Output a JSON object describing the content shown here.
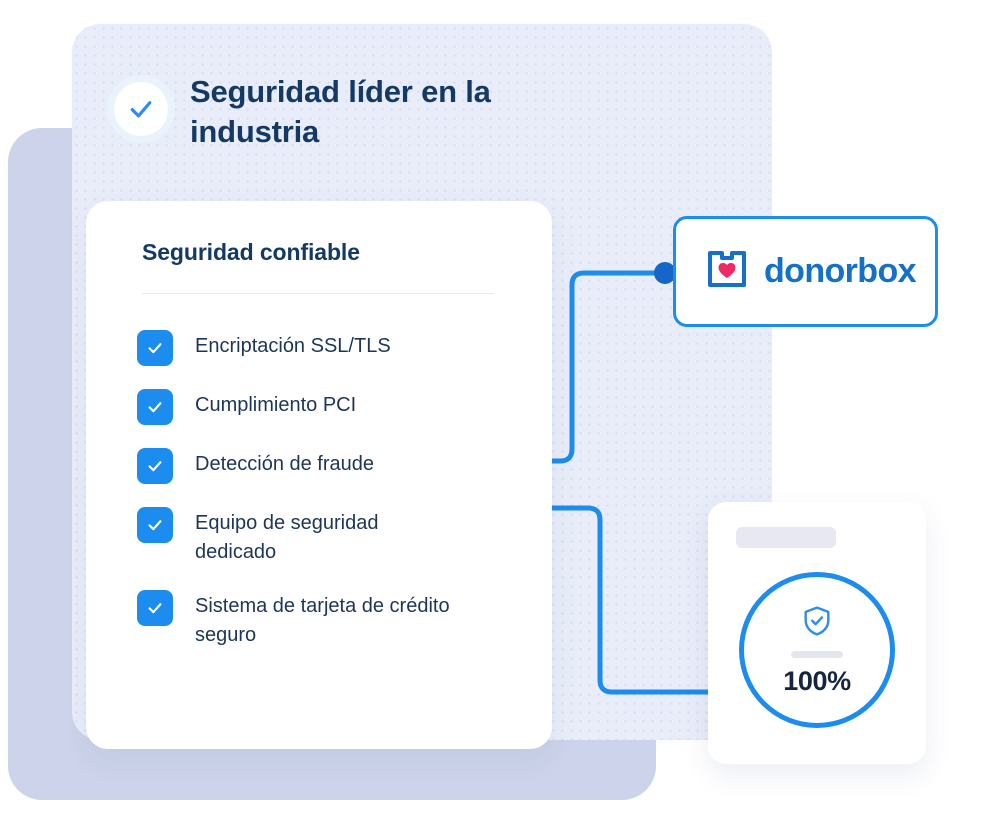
{
  "header": {
    "title": "Seguridad líder en la industria",
    "check_icon": "check-circle-icon"
  },
  "card": {
    "title": "Seguridad confiable",
    "items": [
      {
        "label": "Encriptación SSL/TLS",
        "icon": "checkbox-checked-icon"
      },
      {
        "label": "Cumplimiento PCI",
        "icon": "checkbox-checked-icon"
      },
      {
        "label": "Detección de fraude",
        "icon": "checkbox-checked-icon"
      },
      {
        "label": "Equipo de seguridad dedicado",
        "icon": "checkbox-checked-icon"
      },
      {
        "label": "Sistema de tarjeta de crédito seguro",
        "icon": "checkbox-checked-icon"
      }
    ]
  },
  "brand_badge": {
    "wordmark": "donorbox",
    "logo_icon": "donation-box-heart-icon"
  },
  "score_card": {
    "value": "100%",
    "shield_icon": "shield-check-icon"
  },
  "colors": {
    "accent_blue": "#1c8cee",
    "brand_blue": "#1470c8",
    "heart_pink": "#f02a63",
    "headline_navy": "#143a63",
    "body_navy": "#1d3557",
    "panel_lavender": "#e9edf9",
    "backdrop_blue_grey": "#ccd3ea",
    "placeholder_grey": "#e7e8f2"
  }
}
